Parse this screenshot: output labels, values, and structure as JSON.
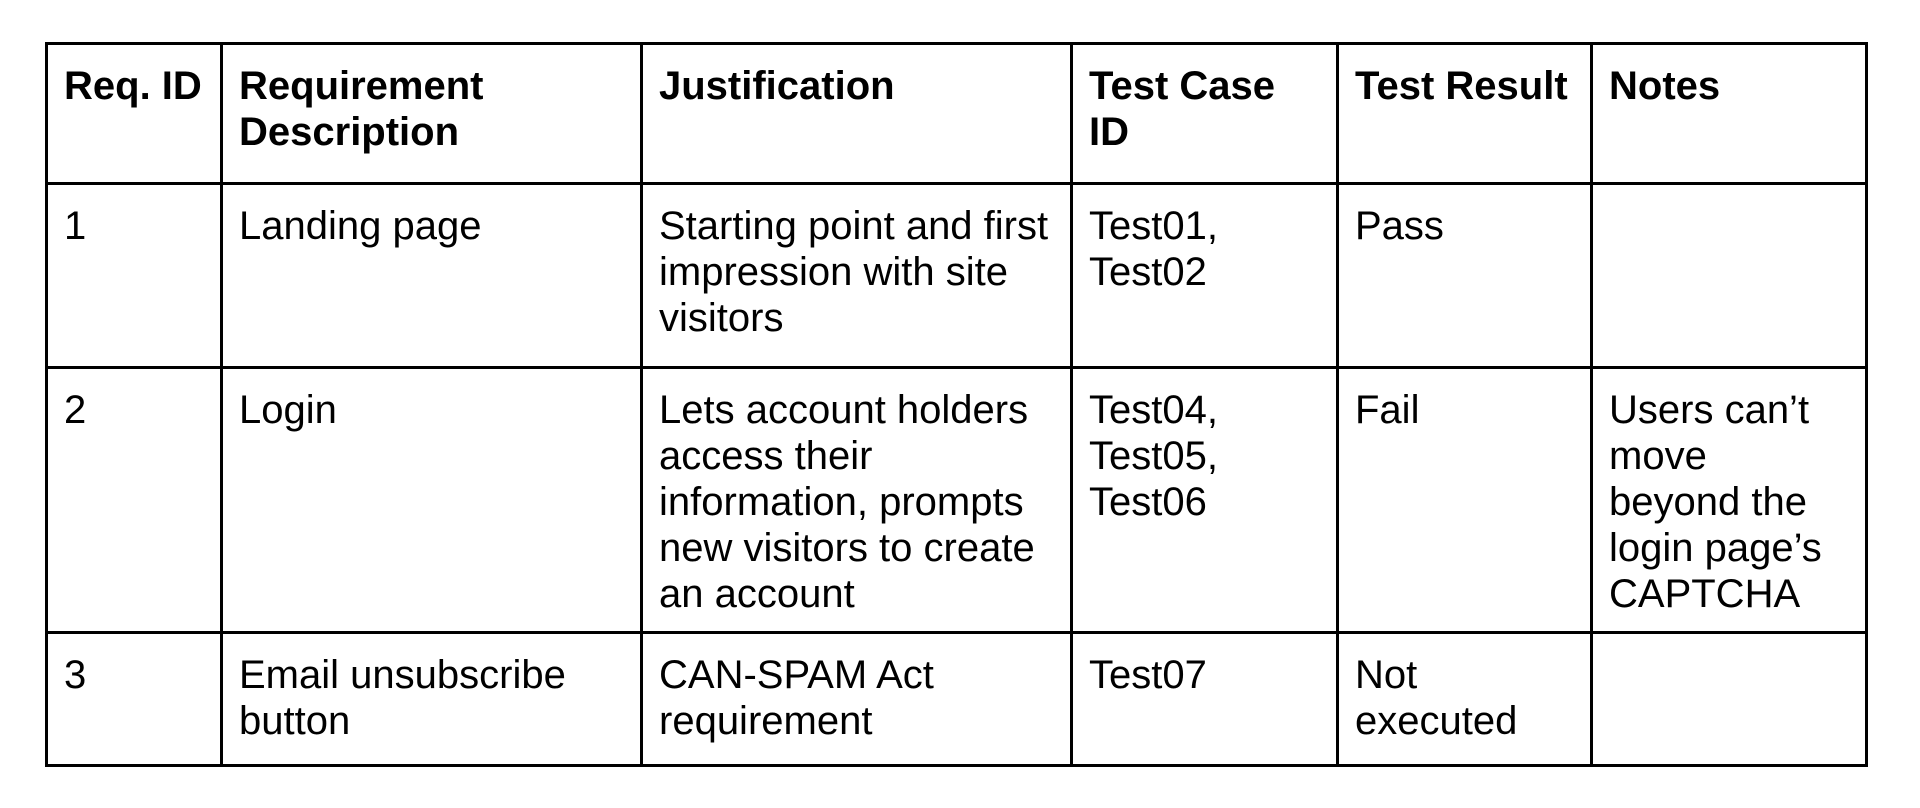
{
  "page": {
    "background_color": "#ffffff",
    "text_color": "#000000",
    "table_border_color": "#000000"
  },
  "table": {
    "columns": [
      {
        "label": "Req. ID"
      },
      {
        "label": "Requirement Description"
      },
      {
        "label": "Justification"
      },
      {
        "label": "Test Case ID"
      },
      {
        "label": "Test Result"
      },
      {
        "label": "Notes"
      }
    ],
    "rows": [
      {
        "req_id": "1",
        "requirement_description": "Landing page",
        "justification": "Starting point and first impression with site visitors",
        "test_case_id": "Test01, Test02",
        "test_result": "Pass",
        "notes": ""
      },
      {
        "req_id": "2",
        "requirement_description": "Login",
        "justification": "Lets account holders access their information, prompts new visitors to create an account",
        "test_case_id": "Test04, Test05, Test06",
        "test_result": "Fail",
        "notes": "Users can’t move beyond the login page’s CAPTCHA"
      },
      {
        "req_id": "3",
        "requirement_description": "Email unsubscribe button",
        "justification": "CAN-SPAM Act requirement",
        "test_case_id": "Test07",
        "test_result": "Not executed",
        "notes": ""
      }
    ]
  }
}
